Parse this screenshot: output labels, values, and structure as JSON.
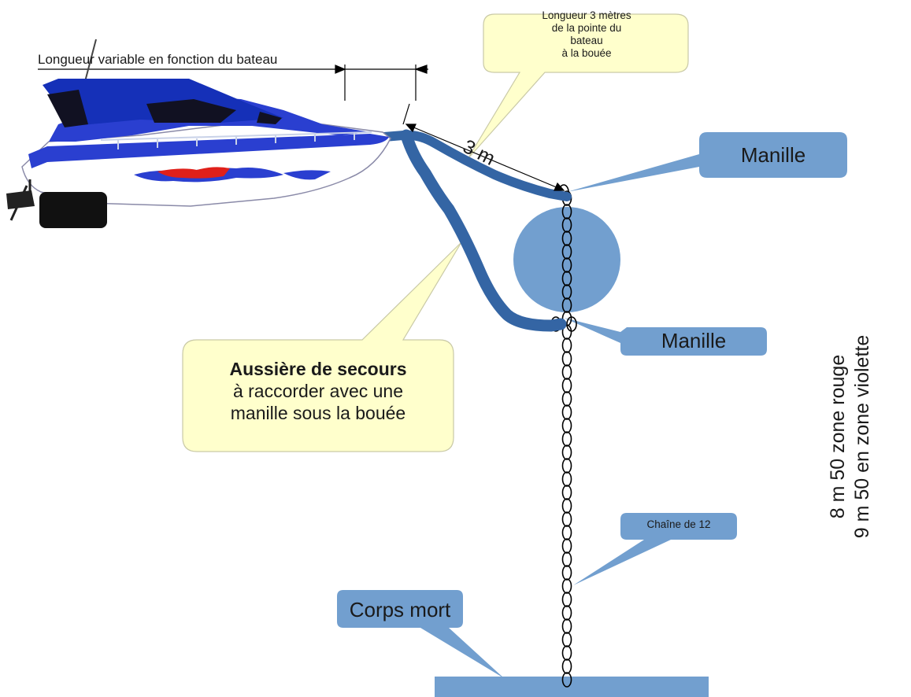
{
  "labels": {
    "boat_length": "Longueur variable en fonction du bateau",
    "note_length": [
      "Longueur 3 mètres",
      "de la pointe du",
      "bateau",
      "à la bouée"
    ],
    "distance": "3 m",
    "shackle_top": "Manille",
    "shackle_bottom": "Manille",
    "rope_title": "Aussière de secours",
    "rope_line1": "à raccorder avec une",
    "rope_line2": "manille sous la bouée",
    "chain": "Chaîne de 12",
    "mooring": "Corps mort",
    "depth_red": "8 m 50 zone rouge",
    "depth_violet": "9 m 50 en zone violette"
  },
  "colors": {
    "callout_blue": "#729fcf",
    "rope_blue": "#3465a4",
    "note_yellow": "#ffffcc",
    "note_yellow_border": "#c9c9a6",
    "boat_blue": "#2a3fd0",
    "text": "#1a1a1a"
  },
  "icons": {
    "boat": "speedboat-icon",
    "buoy": "buoy-icon",
    "chain": "chain-links",
    "mooring": "mooring-block"
  }
}
